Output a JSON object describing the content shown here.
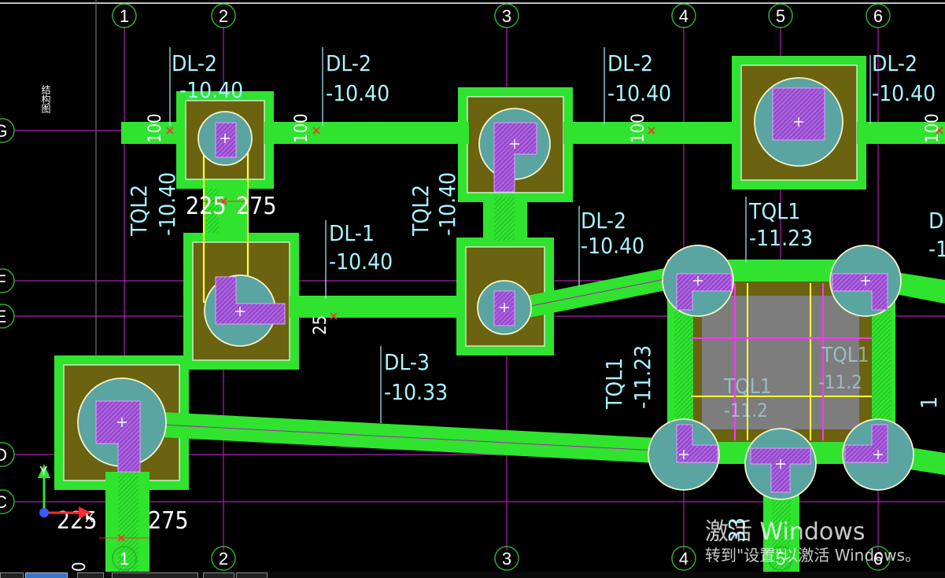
{
  "grid": {
    "cols": [
      "1",
      "2",
      "3",
      "4",
      "5",
      "6"
    ],
    "rows": [
      "G",
      "F",
      "E",
      "D",
      "C"
    ]
  },
  "labels": {
    "dl2": "DL-2",
    "dl1": "DL-1",
    "dl3": "DL-3",
    "tql2": "TQL2",
    "tql1": "TQL1",
    "elev_1040": "-10.40",
    "elev_1123": "-11.23",
    "elev_1033": "-10.33",
    "elev_112": "-11.2",
    "dim_100": "100",
    "dim_225": "225",
    "dim_275": "275",
    "dim_25": "25",
    "y_axis": "Y",
    "x_axis": "X",
    "zero": "0",
    "vertical_text": "结构图",
    "partial_dl": "DL",
    "partial_minus1": "-1",
    "partial_1": "1",
    "partial_33": "33",
    "partial_minus_1123": "-11.2"
  },
  "watermark": {
    "line1": "激活 Windows",
    "line2": "转到\"设置\"以激活 Windows。"
  },
  "colors": {
    "background": "#000000",
    "beam": "#2fe32f",
    "grid_line": "#b01fb0",
    "pile_cap": "#6b6310",
    "pile": "#5aa4a2",
    "column": "#9a4ad0",
    "annotation": "#a9f3ff",
    "highlight": "#ffff33"
  }
}
